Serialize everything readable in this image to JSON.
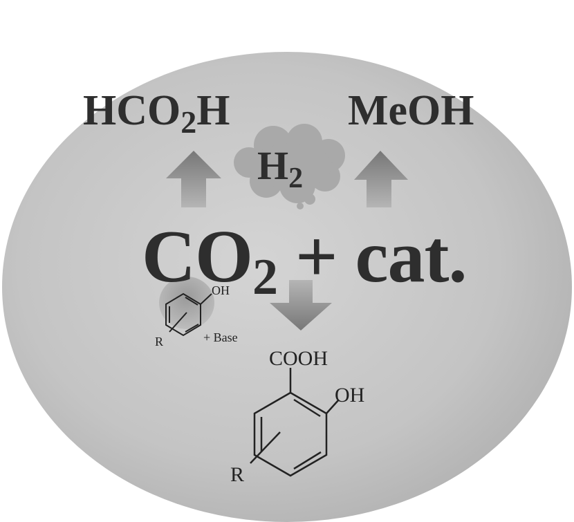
{
  "products": {
    "formic_acid": {
      "main": "HCO",
      "sub": "2",
      "tail": "H"
    },
    "methanol": "MeOH"
  },
  "reagent_hydrogen": {
    "main": "H",
    "sub": "2"
  },
  "reactants": {
    "co2_main": "CO",
    "co2_sub": "2",
    "plus_cat": " + cat."
  },
  "phenol": {
    "hydroxyl_label": "OH",
    "substituent_label": "R",
    "base_label": "+ Base"
  },
  "salicylic_acid": {
    "carboxyl_label": "COOH",
    "hydroxyl_label": "OH",
    "substituent_label": "R"
  },
  "colors": {
    "circle_fill": "#c8c8c8",
    "circle_shade": "#b4b4b4",
    "arrow_fill": "#8a8a8a",
    "text_dark": "#2e2e2e",
    "cloud_fill": "#a9a9a9"
  }
}
